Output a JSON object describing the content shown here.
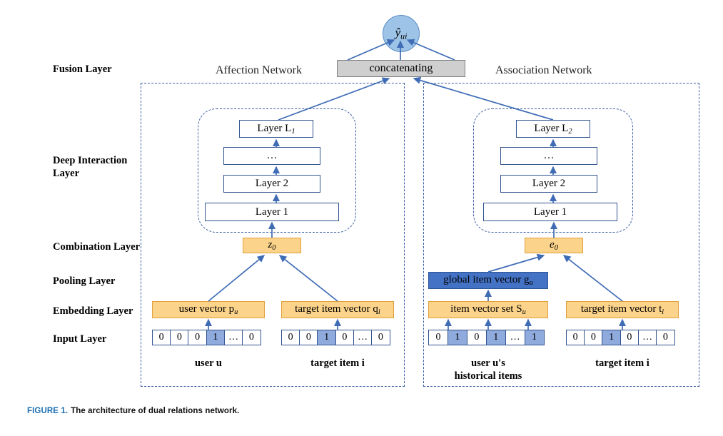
{
  "figure": {
    "number_label": "FIGURE 1.",
    "caption": "The architecture of dual relations network.",
    "accent_color": "#1a6fb5"
  },
  "row_labels": [
    {
      "name": "fusion",
      "text": "Fusion Layer"
    },
    {
      "name": "deep-interaction",
      "text": "Deep Interaction\nLayer"
    },
    {
      "name": "combination",
      "text": "Combination Layer"
    },
    {
      "name": "pooling",
      "text": "Pooling Layer"
    },
    {
      "name": "embedding",
      "text": "Embedding Layer"
    },
    {
      "name": "input",
      "text": "Input Layer"
    }
  ],
  "fusion": {
    "output_node": "ŷ",
    "output_node_sub": "ui",
    "concat_label": "concatenating",
    "node_color": "#9dc3e6",
    "concat_color": "#cfcfcf"
  },
  "networks": {
    "affection": {
      "title": "Affection Network",
      "mlp_layers": [
        "Layer L",
        "…",
        "Layer 2",
        "Layer 1"
      ],
      "top_layer_text": "Layer L",
      "top_layer_sub": "1",
      "dots": "…",
      "layer2": "Layer 2",
      "layer1": "Layer 1",
      "combination_vector": "z",
      "combination_vector_sub": "0",
      "embeddings": [
        {
          "name": "user-vector",
          "text": "user vector p",
          "sub": "u"
        },
        {
          "name": "target-item-vector",
          "text": "target item vector q",
          "sub": "i"
        }
      ],
      "inputs": [
        {
          "name": "user-onehot",
          "cells": [
            "0",
            "0",
            "0",
            "1",
            "…",
            "0"
          ],
          "active": [
            3
          ]
        },
        {
          "name": "target-item-onehot",
          "cells": [
            "0",
            "0",
            "1",
            "0",
            "…",
            "0"
          ],
          "active": [
            2
          ]
        }
      ],
      "captions": [
        "user u",
        "target item i"
      ]
    },
    "association": {
      "title": "Association Network",
      "top_layer_text": "Layer L",
      "top_layer_sub": "2",
      "dots": "…",
      "layer2": "Layer 2",
      "layer1": "Layer 1",
      "combination_vector": "e",
      "combination_vector_sub": "0",
      "pooling": {
        "name": "global-item-vector",
        "text": "global item vector g",
        "sub": "u",
        "color": "#4472c4"
      },
      "embeddings": [
        {
          "name": "item-vector-set",
          "text": "item vector set S",
          "sub": "u"
        },
        {
          "name": "target-item-vector",
          "text": "target item vector t",
          "sub": "i"
        }
      ],
      "inputs": [
        {
          "name": "historical-items-multihot",
          "cells": [
            "0",
            "1",
            "0",
            "1",
            "…",
            "1"
          ],
          "active": [
            1,
            3,
            5
          ]
        },
        {
          "name": "target-item-onehot",
          "cells": [
            "0",
            "0",
            "1",
            "0",
            "…",
            "0"
          ],
          "active": [
            2
          ]
        }
      ],
      "captions": [
        "user u's\nhistorical items",
        "target item i"
      ]
    }
  },
  "colors": {
    "amber_fill": "#fcd38a",
    "amber_border": "#e0a03a",
    "box_border": "#31538f",
    "arrow": "#3f6cb5",
    "onehot_active": "#8faadc"
  }
}
